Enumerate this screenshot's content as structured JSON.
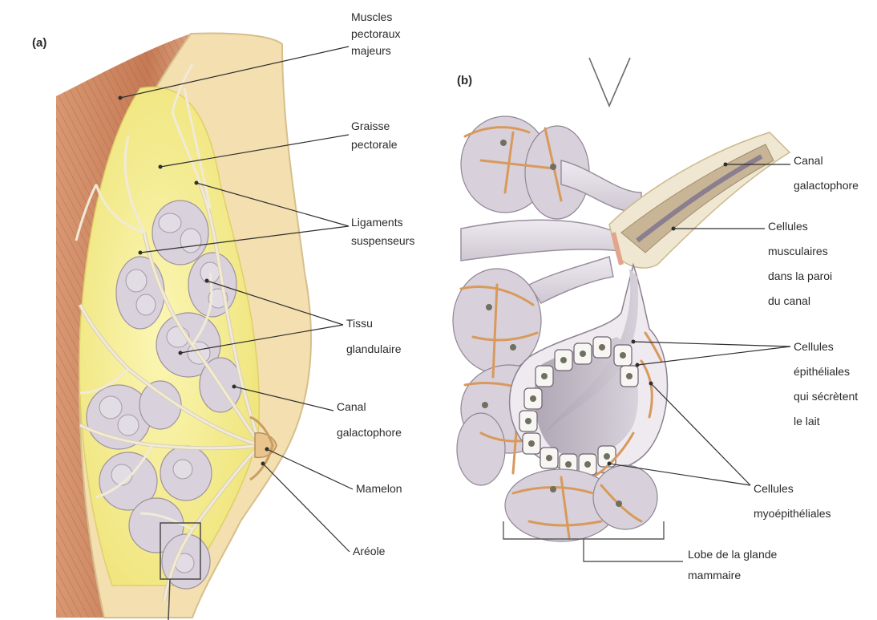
{
  "panel_a": {
    "letter": "(a)",
    "labels": {
      "muscles": [
        "Muscles",
        "pectoraux",
        "majeurs"
      ],
      "fat": [
        "Graisse",
        "pectorale"
      ],
      "ligaments": [
        "Ligaments",
        "suspenseurs"
      ],
      "tissue": [
        "Tissu",
        "glandulaire"
      ],
      "duct": [
        "Canal",
        "galactophore"
      ],
      "nipple": [
        "Mamelon"
      ],
      "areola": [
        "Aréole"
      ]
    }
  },
  "panel_b": {
    "letter": "(b)",
    "labels": {
      "duct": [
        "Canal",
        "galactophore"
      ],
      "muscle_cells": [
        "Cellules",
        "musculaires",
        "dans la paroi",
        "du canal"
      ],
      "epithelial": [
        "Cellules",
        "épithéliales",
        "qui sécrètent",
        "le lait"
      ],
      "myoepithelial": [
        "Cellules",
        "myoépithéliales"
      ],
      "lobe": [
        "Lobe de la glande",
        "mammaire"
      ]
    }
  },
  "colors": {
    "skin": "#f3dfb0",
    "fat": "#f4ef9a",
    "muscle": "#c9805e",
    "gland": "#d9d2dc",
    "myoepithelial": "#d89a5c"
  }
}
